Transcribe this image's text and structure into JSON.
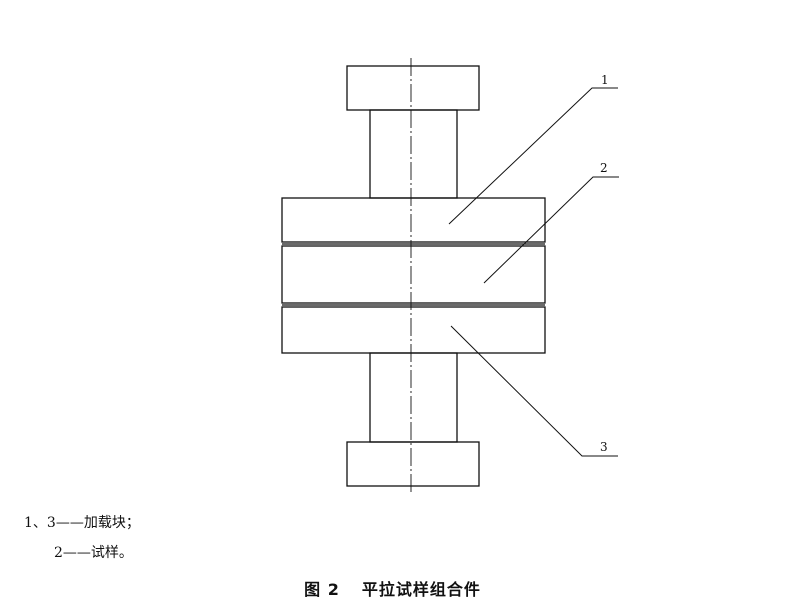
{
  "callouts": {
    "part_1": "1",
    "part_2": "2",
    "part_3": "3"
  },
  "legend": {
    "line_1": "1、3——加载块；",
    "line_2": "2——试样。"
  },
  "caption": {
    "number": "图 2",
    "title": "平拉试样组合件"
  }
}
